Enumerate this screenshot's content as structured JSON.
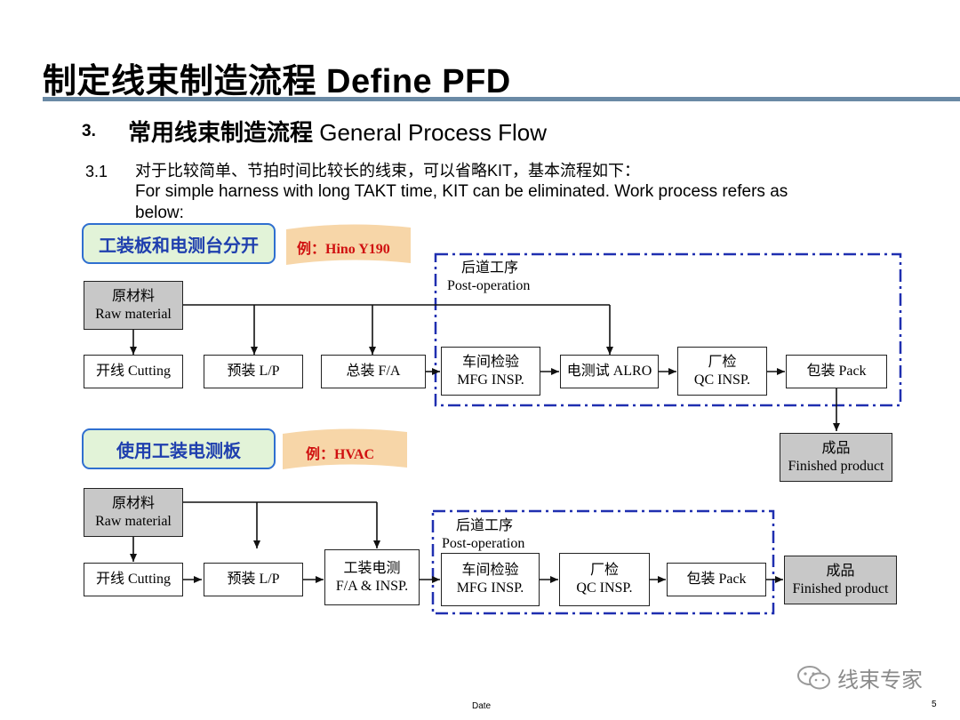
{
  "header": {
    "title": "制定线束制造流程 Define PFD",
    "section_number": "3.",
    "section_title_cn": "常用线束制造流程",
    "section_title_en": "General Process Flow"
  },
  "subsection": {
    "number": "3.1",
    "line_cn": "对于比较简单、节拍时间比较长的线束，可以省略KIT，基本流程如下：",
    "line_en_1": "For simple harness with long TAKT time, KIT can be eliminated. Work process refers as",
    "line_en_2": "below:"
  },
  "flow1": {
    "mode_label": "工装板和电测台分开",
    "example": "例：Hino Y190",
    "post_cn": "后道工序",
    "post_en": "Post-operation",
    "raw_cn": "原材料",
    "raw_en": "Raw material",
    "cutting": "开线 Cutting",
    "lp": "预装 L/P",
    "fa": "总装 F/A",
    "mfg_cn": "车间检验",
    "mfg_en": "MFG INSP.",
    "elec": "电测试 ALRO",
    "qc_cn": "厂检",
    "qc_en": "QC INSP.",
    "pack": "包装 Pack",
    "fin_cn": "成品",
    "fin_en": "Finished product"
  },
  "flow2": {
    "mode_label": "使用工装电测板",
    "example": "例：HVAC",
    "post_cn": "后道工序",
    "post_en": "Post-operation",
    "raw_cn": "原材料",
    "raw_en": "Raw material",
    "cutting": "开线 Cutting",
    "lp": "预装 L/P",
    "fa_cn": "工装电测",
    "fa_en": "F/A & INSP.",
    "mfg_cn": "车间检验",
    "mfg_en": "MFG INSP.",
    "qc_cn": "厂检",
    "qc_en": "QC INSP.",
    "pack": "包装 Pack",
    "fin_cn": "成品",
    "fin_en": "Finished product"
  },
  "footer": {
    "date": "Date",
    "page": "5",
    "watermark": "线束专家"
  },
  "colors": {
    "title_rule": "#6a8aa5",
    "dash_box": "#1f2fb0",
    "mode_border": "#2f6fd0",
    "mode_fill": "#e2f3d8",
    "mode_text": "#1f3fae",
    "example_fill": "#f7d6a8",
    "example_text": "#d01010",
    "gray_box": "#c8c8c8"
  }
}
